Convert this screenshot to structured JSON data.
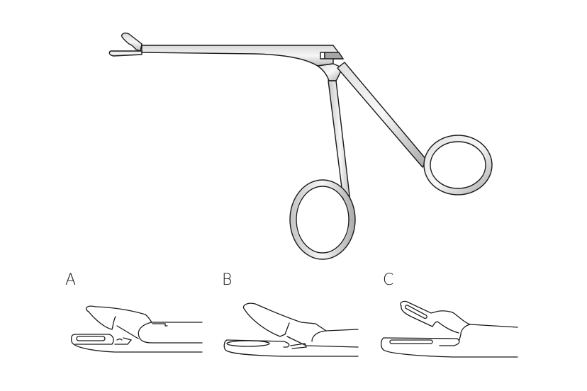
{
  "figure": {
    "subject": "Surgical cup forceps (ear/alligator style)",
    "colors": {
      "stroke": "#1a1a1a",
      "metal_light": "#f4f4f4",
      "metal_mid": "#cfcfcf",
      "metal_dark": "#9a9a9a",
      "background": "#ffffff"
    }
  },
  "panels": [
    {
      "label": "A",
      "description": "jaw detail variant A"
    },
    {
      "label": "B",
      "description": "jaw detail variant B"
    },
    {
      "label": "C",
      "description": "jaw detail variant C"
    }
  ]
}
